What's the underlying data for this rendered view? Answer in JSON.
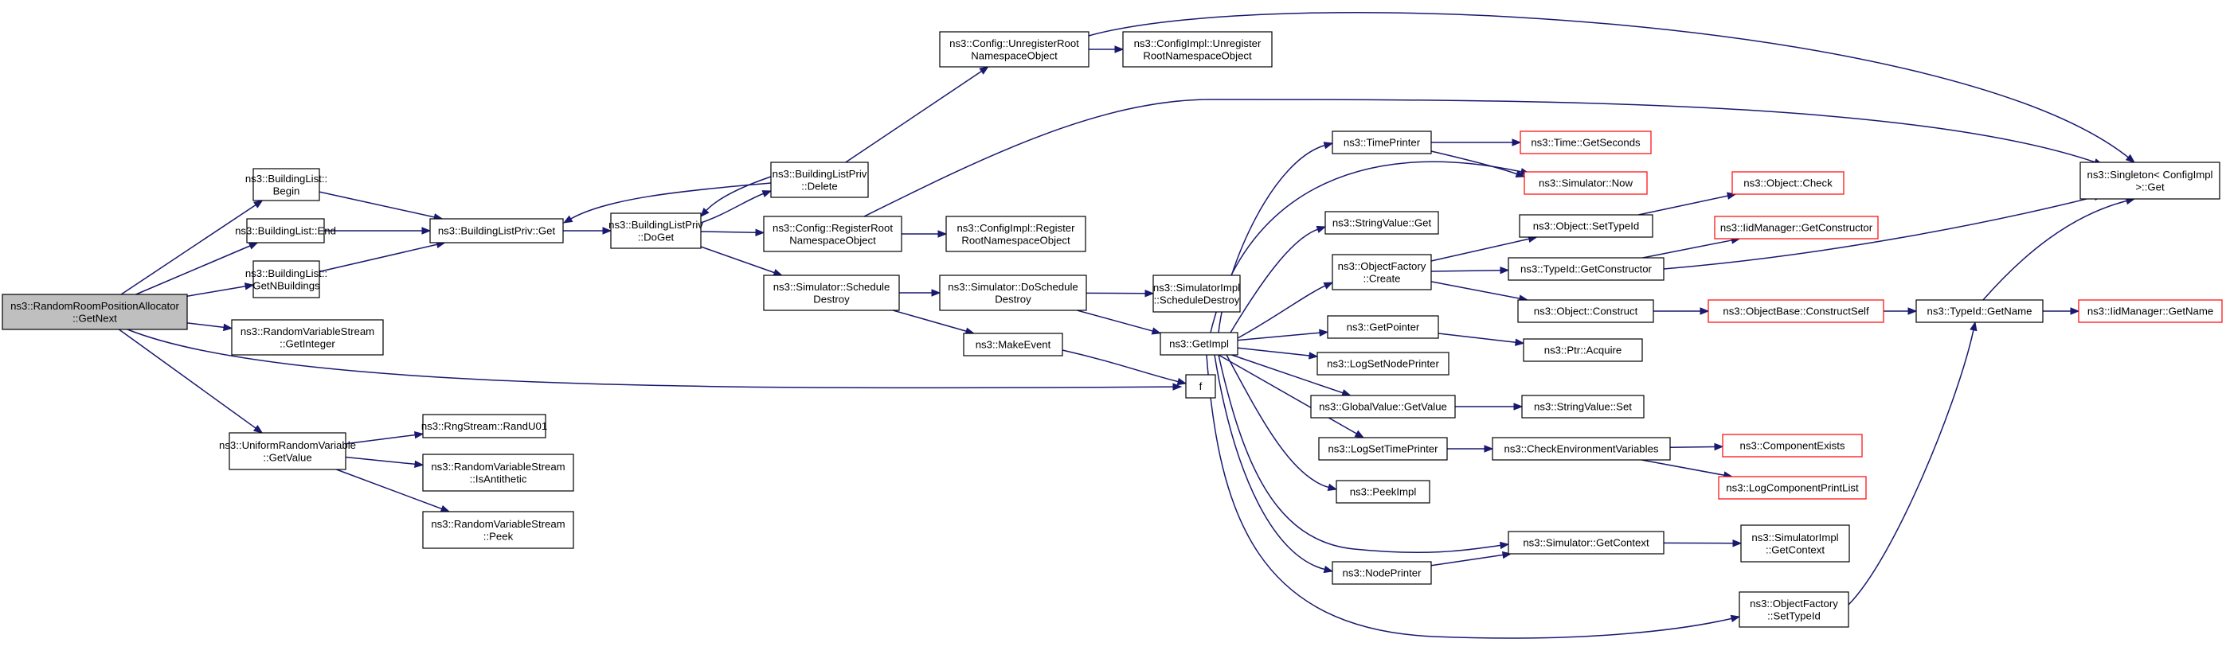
{
  "colors": {
    "edge": "#191970",
    "root_fill": "#bfbfbf",
    "node_border": "#000000",
    "truncated_border": "#ff0000"
  },
  "nodes": [
    {
      "id": "root",
      "lines": [
        "ns3::RandomRoomPositionAllocator",
        "::GetNext"
      ],
      "style": "root"
    },
    {
      "id": "bl_begin",
      "lines": [
        "ns3::BuildingList::",
        "Begin"
      ]
    },
    {
      "id": "bl_end",
      "lines": [
        "ns3::BuildingList::End"
      ]
    },
    {
      "id": "bl_getn",
      "lines": [
        "ns3::BuildingList::",
        "GetNBuildings"
      ]
    },
    {
      "id": "rvs_getint",
      "lines": [
        "ns3::RandomVariableStream",
        "::GetInteger"
      ]
    },
    {
      "id": "urv_getvalue",
      "lines": [
        "ns3::UniformRandomVariable",
        "::GetValue"
      ]
    },
    {
      "id": "blp_get",
      "lines": [
        "ns3::BuildingListPriv::Get"
      ]
    },
    {
      "id": "blp_doget",
      "lines": [
        "ns3::BuildingListPriv",
        "::DoGet"
      ]
    },
    {
      "id": "blp_delete",
      "lines": [
        "ns3::BuildingListPriv",
        "::Delete"
      ]
    },
    {
      "id": "cfg_unreg",
      "lines": [
        "ns3::Config::UnregisterRoot",
        "NamespaceObject"
      ]
    },
    {
      "id": "cfgimpl_unreg",
      "lines": [
        "ns3::ConfigImpl::Unregister",
        "RootNamespaceObject"
      ]
    },
    {
      "id": "cfg_reg",
      "lines": [
        "ns3::Config::RegisterRoot",
        "NamespaceObject"
      ]
    },
    {
      "id": "cfgimpl_reg",
      "lines": [
        "ns3::ConfigImpl::Register",
        "RootNamespaceObject"
      ]
    },
    {
      "id": "sim_schedDestroy",
      "lines": [
        "ns3::Simulator::Schedule",
        "Destroy"
      ]
    },
    {
      "id": "sim_doSchedDestroy",
      "lines": [
        "ns3::Simulator::DoSchedule",
        "Destroy"
      ]
    },
    {
      "id": "simimpl_schedDestroy",
      "lines": [
        "ns3::SimulatorImpl",
        "::ScheduleDestroy"
      ]
    },
    {
      "id": "makeevent",
      "lines": [
        "ns3::MakeEvent"
      ]
    },
    {
      "id": "getimpl",
      "lines": [
        "ns3::GetImpl"
      ]
    },
    {
      "id": "f",
      "lines": [
        "f"
      ]
    },
    {
      "id": "rng_randu01",
      "lines": [
        "ns3::RngStream::RandU01"
      ]
    },
    {
      "id": "rvs_isanti",
      "lines": [
        "ns3::RandomVariableStream",
        "::IsAntithetic"
      ]
    },
    {
      "id": "rvs_peek",
      "lines": [
        "ns3::RandomVariableStream",
        "::Peek"
      ]
    },
    {
      "id": "timeprinter",
      "lines": [
        "ns3::TimePrinter"
      ]
    },
    {
      "id": "time_getsec",
      "lines": [
        "ns3::Time::GetSeconds"
      ],
      "style": "trunc"
    },
    {
      "id": "sim_now",
      "lines": [
        "ns3::Simulator::Now"
      ],
      "style": "trunc"
    },
    {
      "id": "stringvalue_get",
      "lines": [
        "ns3::StringValue::Get"
      ]
    },
    {
      "id": "objfactory_create",
      "lines": [
        "ns3::ObjectFactory",
        "::Create"
      ]
    },
    {
      "id": "object_settypeid",
      "lines": [
        "ns3::Object::SetTypeId"
      ]
    },
    {
      "id": "object_check",
      "lines": [
        "ns3::Object::Check"
      ],
      "style": "trunc"
    },
    {
      "id": "iidmgr_getctor",
      "lines": [
        "ns3::IidManager::GetConstructor"
      ],
      "style": "trunc"
    },
    {
      "id": "typeid_getctor",
      "lines": [
        "ns3::TypeId::GetConstructor"
      ]
    },
    {
      "id": "object_construct",
      "lines": [
        "ns3::Object::Construct"
      ]
    },
    {
      "id": "objbase_constructself",
      "lines": [
        "ns3::ObjectBase::ConstructSelf"
      ],
      "style": "trunc"
    },
    {
      "id": "typeid_getname",
      "lines": [
        "ns3::TypeId::GetName"
      ]
    },
    {
      "id": "iidmgr_getname",
      "lines": [
        "ns3::IidManager::GetName"
      ],
      "style": "trunc"
    },
    {
      "id": "singleton_get",
      "lines": [
        "ns3::Singleton< ConfigImpl",
        ">::Get"
      ]
    },
    {
      "id": "getpointer",
      "lines": [
        "ns3::GetPointer"
      ]
    },
    {
      "id": "ptr_acquire",
      "lines": [
        "ns3::Ptr::Acquire"
      ]
    },
    {
      "id": "logsetnodeprinter",
      "lines": [
        "ns3::LogSetNodePrinter"
      ]
    },
    {
      "id": "globalvalue_getvalue",
      "lines": [
        "ns3::GlobalValue::GetValue"
      ]
    },
    {
      "id": "stringvalue_set",
      "lines": [
        "ns3::StringValue::Set"
      ]
    },
    {
      "id": "logsettimeprinter",
      "lines": [
        "ns3::LogSetTimePrinter"
      ]
    },
    {
      "id": "checkenvvars",
      "lines": [
        "ns3::CheckEnvironmentVariables"
      ]
    },
    {
      "id": "componentexists",
      "lines": [
        "ns3::ComponentExists"
      ],
      "style": "trunc"
    },
    {
      "id": "logcomponentprintlist",
      "lines": [
        "ns3::LogComponentPrintList"
      ],
      "style": "trunc"
    },
    {
      "id": "peekimpl",
      "lines": [
        "ns3::PeekImpl"
      ]
    },
    {
      "id": "sim_getcontext",
      "lines": [
        "ns3::Simulator::GetContext"
      ]
    },
    {
      "id": "simimpl_getcontext",
      "lines": [
        "ns3::SimulatorImpl",
        "::GetContext"
      ]
    },
    {
      "id": "nodeprinter",
      "lines": [
        "ns3::NodePrinter"
      ]
    },
    {
      "id": "objfactory_settypeid",
      "lines": [
        "ns3::ObjectFactory",
        "::SetTypeId"
      ]
    }
  ],
  "edges": [
    [
      "root",
      "bl_begin"
    ],
    [
      "root",
      "bl_end"
    ],
    [
      "root",
      "bl_getn"
    ],
    [
      "root",
      "rvs_getint"
    ],
    [
      "root",
      "urv_getvalue"
    ],
    [
      "root",
      "f"
    ],
    [
      "bl_begin",
      "blp_get"
    ],
    [
      "bl_end",
      "blp_get"
    ],
    [
      "bl_getn",
      "blp_get"
    ],
    [
      "blp_get",
      "blp_doget"
    ],
    [
      "blp_doget",
      "blp_delete"
    ],
    [
      "blp_doget",
      "cfg_reg"
    ],
    [
      "blp_doget",
      "sim_schedDestroy"
    ],
    [
      "blp_delete",
      "blp_get"
    ],
    [
      "blp_delete",
      "blp_doget"
    ],
    [
      "blp_delete",
      "cfg_unreg"
    ],
    [
      "cfg_unreg",
      "cfgimpl_unreg"
    ],
    [
      "cfg_unreg",
      "singleton_get"
    ],
    [
      "cfg_reg",
      "cfgimpl_reg"
    ],
    [
      "cfg_reg",
      "singleton_get"
    ],
    [
      "sim_schedDestroy",
      "sim_doSchedDestroy"
    ],
    [
      "sim_schedDestroy",
      "makeevent"
    ],
    [
      "sim_doSchedDestroy",
      "simimpl_schedDestroy"
    ],
    [
      "sim_doSchedDestroy",
      "getimpl"
    ],
    [
      "makeevent",
      "f"
    ],
    [
      "urv_getvalue",
      "rng_randu01"
    ],
    [
      "urv_getvalue",
      "rvs_isanti"
    ],
    [
      "urv_getvalue",
      "rvs_peek"
    ],
    [
      "getimpl",
      "timeprinter"
    ],
    [
      "getimpl",
      "sim_now"
    ],
    [
      "getimpl",
      "stringvalue_get"
    ],
    [
      "getimpl",
      "objfactory_create"
    ],
    [
      "getimpl",
      "getpointer"
    ],
    [
      "getimpl",
      "logsetnodeprinter"
    ],
    [
      "getimpl",
      "globalvalue_getvalue"
    ],
    [
      "getimpl",
      "logsettimeprinter"
    ],
    [
      "getimpl",
      "peekimpl"
    ],
    [
      "getimpl",
      "sim_getcontext"
    ],
    [
      "getimpl",
      "nodeprinter"
    ],
    [
      "getimpl",
      "objfactory_settypeid"
    ],
    [
      "timeprinter",
      "time_getsec"
    ],
    [
      "timeprinter",
      "sim_now"
    ],
    [
      "objfactory_create",
      "object_settypeid"
    ],
    [
      "objfactory_create",
      "typeid_getctor"
    ],
    [
      "objfactory_create",
      "object_construct"
    ],
    [
      "object_settypeid",
      "object_check"
    ],
    [
      "typeid_getctor",
      "iidmgr_getctor"
    ],
    [
      "typeid_getctor",
      "singleton_get"
    ],
    [
      "object_construct",
      "objbase_constructself"
    ],
    [
      "objbase_constructself",
      "typeid_getname"
    ],
    [
      "typeid_getname",
      "iidmgr_getname"
    ],
    [
      "typeid_getname",
      "singleton_get"
    ],
    [
      "getpointer",
      "ptr_acquire"
    ],
    [
      "globalvalue_getvalue",
      "stringvalue_set"
    ],
    [
      "logsettimeprinter",
      "checkenvvars"
    ],
    [
      "checkenvvars",
      "componentexists"
    ],
    [
      "checkenvvars",
      "logcomponentprintlist"
    ],
    [
      "sim_getcontext",
      "simimpl_getcontext"
    ],
    [
      "nodeprinter",
      "sim_getcontext"
    ],
    [
      "objfactory_settypeid",
      "typeid_getname"
    ]
  ]
}
